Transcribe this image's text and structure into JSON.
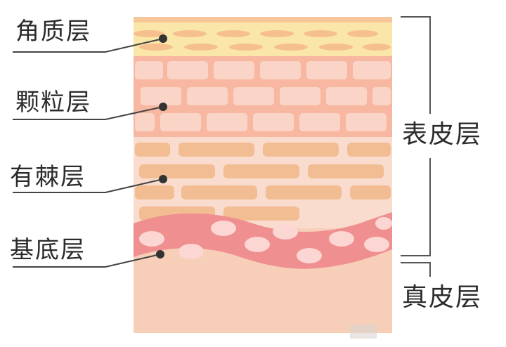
{
  "diagram": {
    "layers_left": [
      {
        "id": "stratum-corneum",
        "label": "角质层"
      },
      {
        "id": "stratum-granulosum",
        "label": "颗粒层"
      },
      {
        "id": "stratum-spinosum",
        "label": "有棘层"
      },
      {
        "id": "stratum-basale",
        "label": "基底层"
      }
    ],
    "groups_right": [
      {
        "id": "epidermis",
        "label": "表皮层"
      },
      {
        "id": "dermis",
        "label": "真皮层"
      }
    ],
    "colors": {
      "corneum_bg": "#f9e6a8",
      "corneum_cell": "#f6c08e",
      "granulosum_bg": "#f7b7a0",
      "granulosum_cell": "#fad5c7",
      "spinosum_bg": "#f9dccd",
      "spinosum_cell": "#f2bd93",
      "basale_wave": "#f08f90",
      "basale_cell": "#fbd6d3",
      "dermis": "#f7cfb9",
      "leader_line": "#444444",
      "dot": "#333333",
      "bracket": "#555555"
    }
  }
}
